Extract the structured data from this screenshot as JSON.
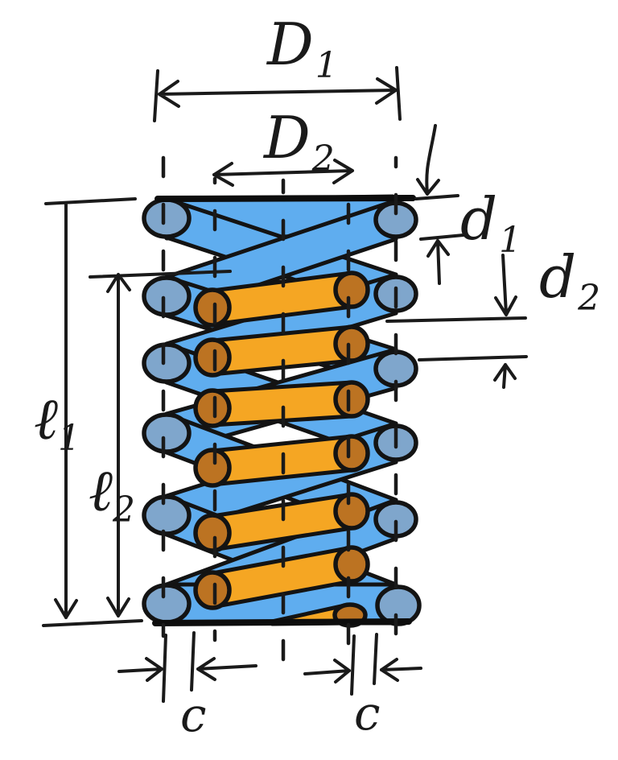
{
  "figure": {
    "description": "Hand-drawn sketch of two nested helical compression springs with dimension annotations"
  },
  "labels": {
    "outer_coil_diameter": {
      "symbol": "D",
      "sub": "1"
    },
    "inner_coil_diameter": {
      "symbol": "D",
      "sub": "2"
    },
    "outer_wire_diameter": {
      "symbol": "d",
      "sub": "1"
    },
    "inner_wire_diameter": {
      "symbol": "d",
      "sub": "2"
    },
    "outer_free_length": {
      "symbol": "ℓ",
      "sub": "1"
    },
    "inner_free_length": {
      "symbol": "ℓ",
      "sub": "2"
    },
    "clearance_left": {
      "symbol": "c"
    },
    "clearance_right": {
      "symbol": "c"
    }
  },
  "colors": {
    "outer_coil_body": "#5fadef",
    "outer_coil_end": "#7fa6cc",
    "inner_coil_body": "#f5a623",
    "inner_coil_end": "#bc7322",
    "outline": "#131313",
    "plate": "#0d0d0d",
    "annotation": "#1a1a1a",
    "background": "#ffffff"
  }
}
